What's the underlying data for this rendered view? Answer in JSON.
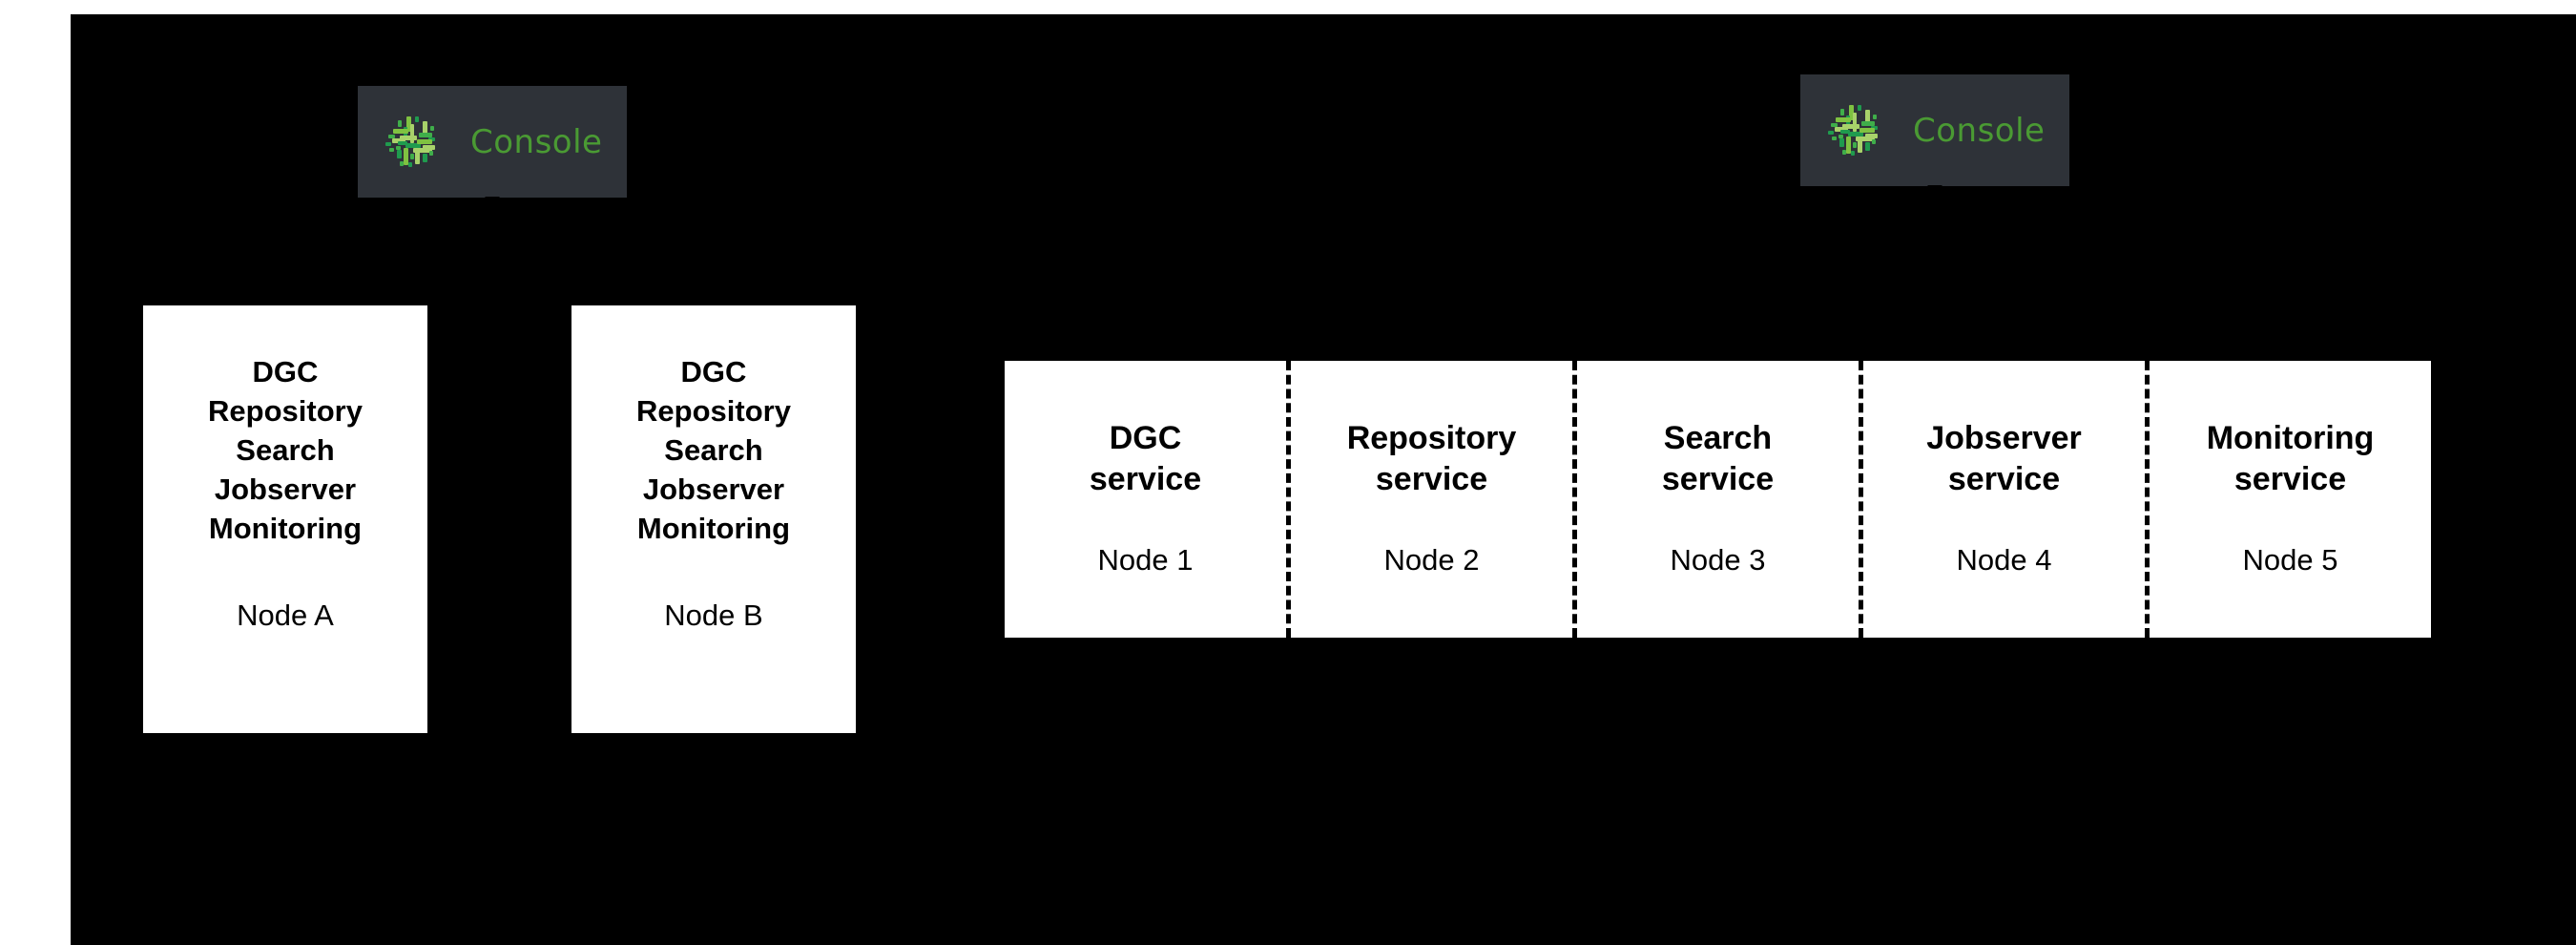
{
  "diagram": {
    "background_color": "#000000",
    "page_background_color": "#ffffff",
    "console_badges": [
      {
        "label": "Console",
        "icon": "console-grid-icon",
        "background_color": "#2e3238",
        "text_color": "#4a9a33"
      },
      {
        "label": "Console",
        "icon": "console-grid-icon",
        "background_color": "#2e3238",
        "text_color": "#4a9a33"
      }
    ],
    "node_boxes": [
      {
        "services": [
          "DGC",
          "Repository",
          "Search",
          "Jobserver",
          "Monitoring"
        ],
        "node_label": "Node A"
      },
      {
        "services": [
          "DGC",
          "Repository",
          "Search",
          "Jobserver",
          "Monitoring"
        ],
        "node_label": "Node B"
      }
    ],
    "service_strip": {
      "cells": [
        {
          "service_line1": "DGC",
          "service_line2": "service",
          "node_label": "Node 1"
        },
        {
          "service_line1": "Repository",
          "service_line2": "service",
          "node_label": "Node 2"
        },
        {
          "service_line1": "Search",
          "service_line2": "service",
          "node_label": "Node 3"
        },
        {
          "service_line1": "Jobserver",
          "service_line2": "service",
          "node_label": "Node 4"
        },
        {
          "service_line1": "Monitoring",
          "service_line2": "service",
          "node_label": "Node 5"
        }
      ]
    }
  }
}
